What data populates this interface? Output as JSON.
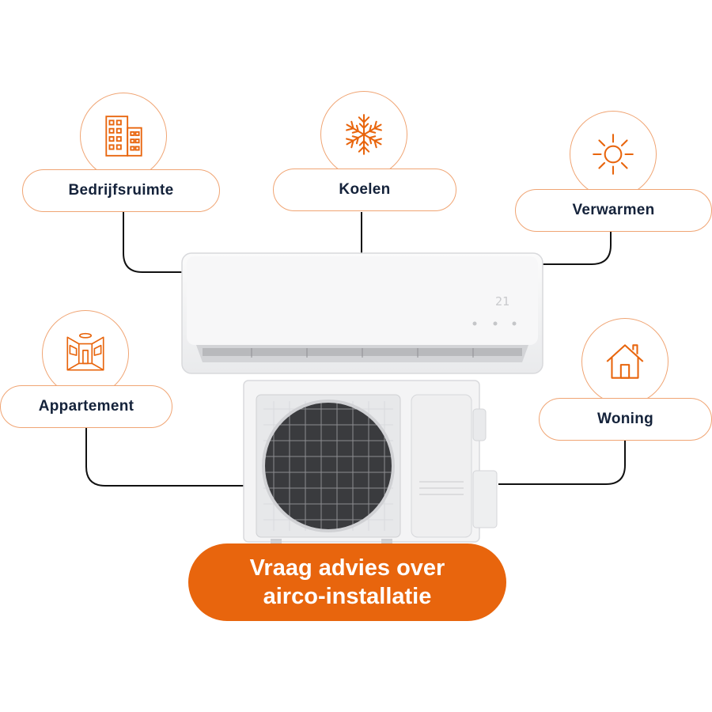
{
  "items": {
    "bedrijfsruimte": {
      "label": "Bedrijfsruimte",
      "icon": "office-building-icon"
    },
    "koelen": {
      "label": "Koelen",
      "icon": "snowflake-icon"
    },
    "verwarmen": {
      "label": "Verwarmen",
      "icon": "sun-icon"
    },
    "appartement": {
      "label": "Appartement",
      "icon": "apartment-interior-icon"
    },
    "woning": {
      "label": "Woning",
      "icon": "house-icon"
    }
  },
  "indoor_unit": {
    "display": "21"
  },
  "cta": {
    "line1": "Vraag advies over",
    "line2": "airco-installatie"
  },
  "colors": {
    "accent": "#e8650d",
    "outline": "#f0a574",
    "text": "#14223a",
    "connector": "#111111"
  }
}
